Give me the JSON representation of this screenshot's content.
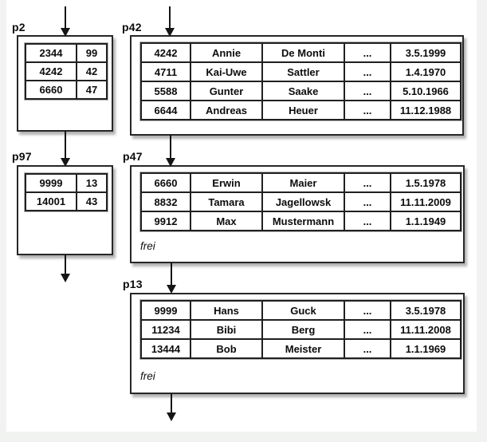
{
  "pages": {
    "p2": {
      "label": "p2",
      "kind": "index-page",
      "rows": [
        [
          "2344",
          "99"
        ],
        [
          "4242",
          "42"
        ],
        [
          "6660",
          "47"
        ]
      ]
    },
    "p42": {
      "label": "p42",
      "kind": "data-page",
      "rows": [
        [
          "4242",
          "Annie",
          "De Monti",
          "...",
          "3.5.1999"
        ],
        [
          "4711",
          "Kai-Uwe",
          "Sattler",
          "...",
          "1.4.1970"
        ],
        [
          "5588",
          "Gunter",
          "Saake",
          "...",
          "5.10.1966"
        ],
        [
          "6644",
          "Andreas",
          "Heuer",
          "...",
          "11.12.1988"
        ]
      ]
    },
    "p97": {
      "label": "p97",
      "kind": "index-page",
      "rows": [
        [
          "9999",
          "13"
        ],
        [
          "14001",
          "43"
        ]
      ]
    },
    "p47": {
      "label": "p47",
      "kind": "data-page",
      "free_label": "frei",
      "rows": [
        [
          "6660",
          "Erwin",
          "Maier",
          "...",
          "1.5.1978"
        ],
        [
          "8832",
          "Tamara",
          "Jagellowsk",
          "...",
          "11.11.2009"
        ],
        [
          "9912",
          "Max",
          "Mustermann",
          "...",
          "1.1.1949"
        ]
      ]
    },
    "p13": {
      "label": "p13",
      "kind": "data-page",
      "free_label": "frei",
      "rows": [
        [
          "9999",
          "Hans",
          "Guck",
          "...",
          "3.5.1978"
        ],
        [
          "11234",
          "Bibi",
          "Berg",
          "...",
          "11.11.2008"
        ],
        [
          "13444",
          "Bob",
          "Meister",
          "...",
          "1.1.1969"
        ]
      ]
    }
  },
  "arrows": [
    {
      "name": "arrow-top-into-p2",
      "from": "above",
      "to": "p2"
    },
    {
      "name": "arrow-top-into-p42",
      "from": "above",
      "to": "p42"
    },
    {
      "name": "arrow-p2-to-p97",
      "from": "p2",
      "to": "p97"
    },
    {
      "name": "arrow-p42-to-p47",
      "from": "p42",
      "to": "p47"
    },
    {
      "name": "arrow-p97-down",
      "from": "p97",
      "to": "below"
    },
    {
      "name": "arrow-p47-to-p13",
      "from": "p47",
      "to": "p13"
    },
    {
      "name": "arrow-p13-down",
      "from": "p13",
      "to": "below"
    }
  ],
  "colors": {
    "line": "#1a1a1a",
    "page_background": "#ffffff",
    "margin_background": "#f1f3f1",
    "shadow": "#bdbdbd"
  }
}
